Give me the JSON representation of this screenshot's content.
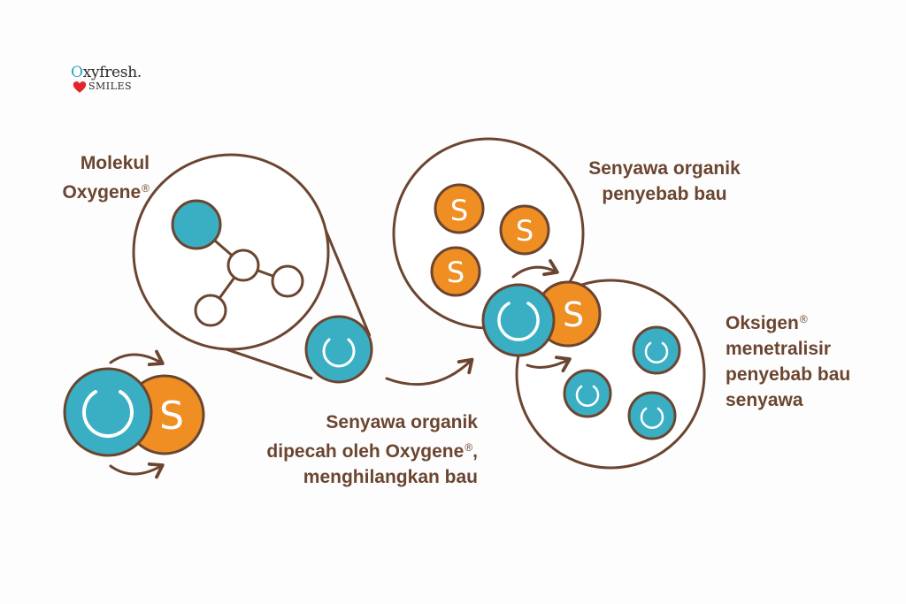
{
  "logo": {
    "brand_lead": "O",
    "brand_rest": "xyfresh.",
    "sub": "SMILES"
  },
  "labels": {
    "molecule_line1": "Molekul",
    "molecule_line2": "Oxygene",
    "reg": "®",
    "compounds_line1": "Senyawa organik",
    "compounds_line2": "penyebab bau",
    "broken_line1": "Senyawa organik",
    "broken_line2": "dipecah oleh Oxygene",
    "broken_line2_tail": ",",
    "broken_line3": "menghilangkan bau",
    "oxygen_line1": "Oksigen",
    "oxygen_line2": "menetralisir",
    "oxygen_line3": "penyebab bau",
    "oxygen_line4": "senyawa"
  },
  "molecule_symbol": "S",
  "colors": {
    "brown": "#6b4530",
    "teal": "#3aafc4",
    "orange": "#ee8e23",
    "white": "#ffffff",
    "heart": "#e2252b"
  }
}
